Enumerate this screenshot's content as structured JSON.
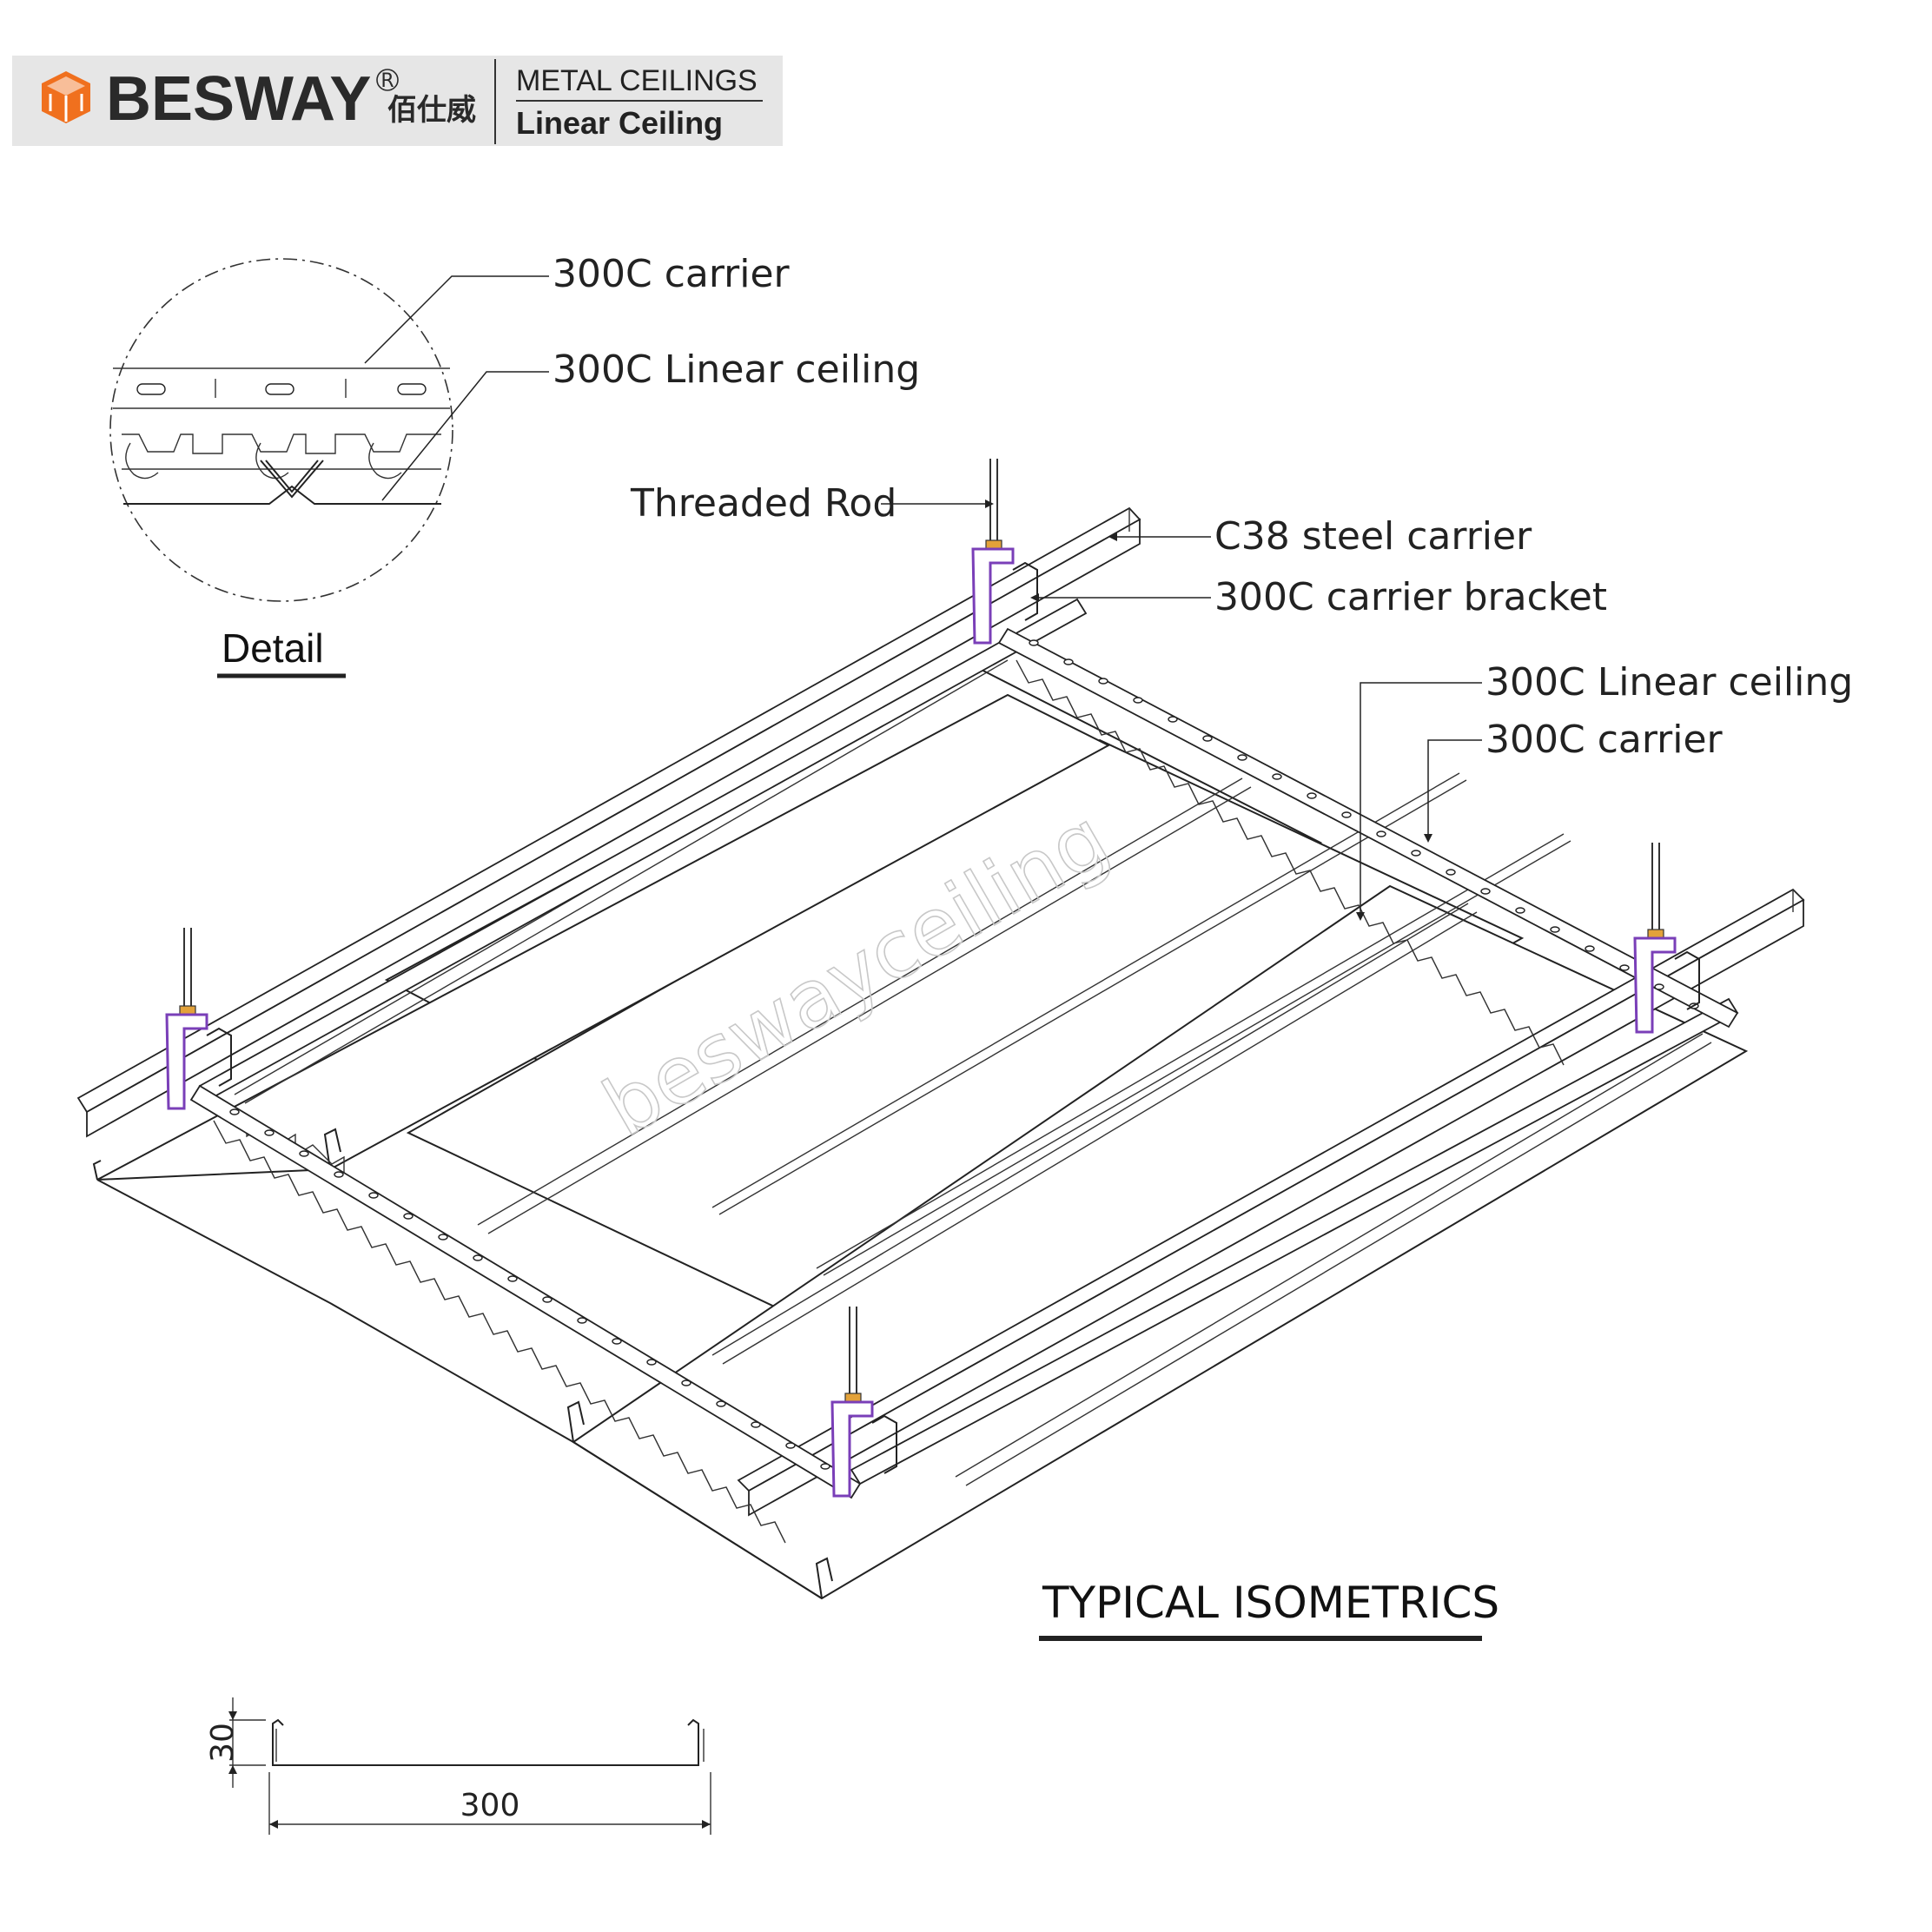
{
  "header": {
    "brand": "BESWAY",
    "registered_mark": "R",
    "brand_chinese": "佰仕威",
    "category": "METAL CEILINGS",
    "product": "Linear Ceiling",
    "logo_color": "#f0701e"
  },
  "detail": {
    "heading": "Detail",
    "callouts": [
      "300C carrier",
      "300C Linear ceiling"
    ]
  },
  "isometric": {
    "callouts": {
      "threaded_rod": "Threaded Rod",
      "c38_carrier": "C38 steel carrier",
      "carrier_bracket": "300C carrier bracket",
      "linear_ceiling": "300C Linear ceiling",
      "carrier": "300C carrier"
    },
    "heading": "TYPICAL ISOMETRICS",
    "bracket_color": "#7a3fb8",
    "nut_color": "#e3a23a"
  },
  "watermark": "beswayceiling",
  "profile": {
    "height_label": "30",
    "width_label": "300"
  }
}
